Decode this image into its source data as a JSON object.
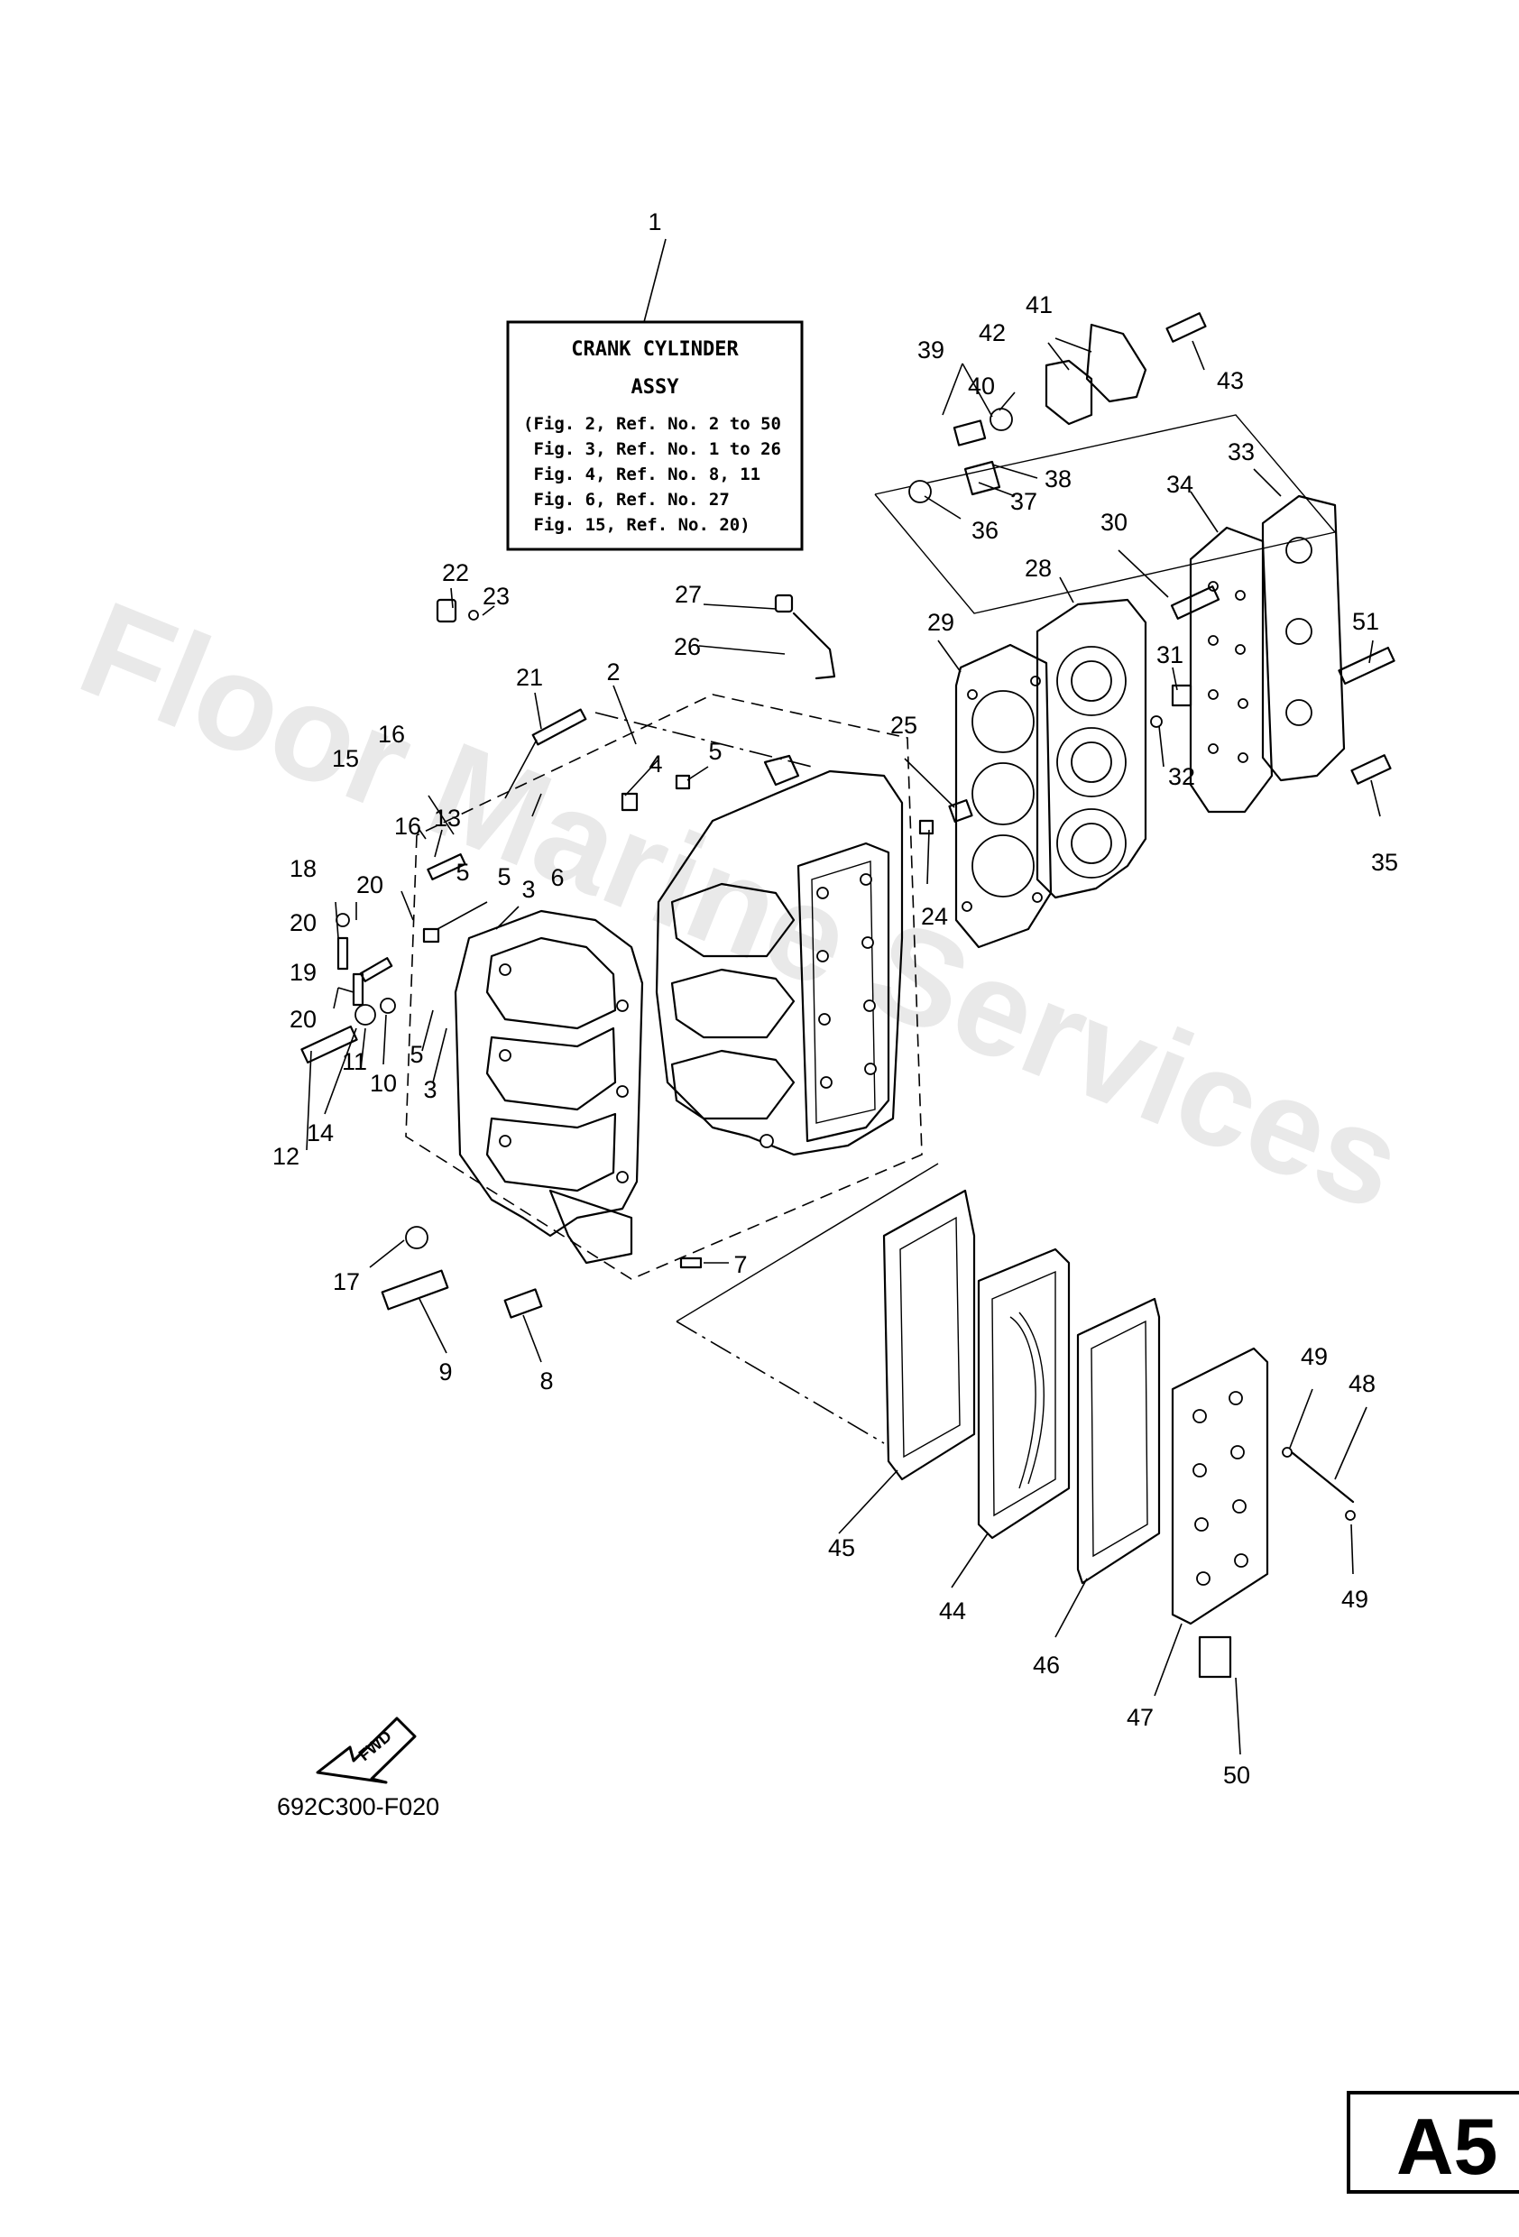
{
  "info_box": {
    "title_line1": "CRANK CYLINDER",
    "title_line2": "ASSY",
    "refs": [
      "(Fig. 2, Ref. No. 2 to 50",
      " Fig. 3, Ref. No. 1 to 26",
      " Fig. 4, Ref. No. 8, 11",
      " Fig. 6, Ref. No. 27",
      " Fig. 15, Ref. No. 20)"
    ]
  },
  "ref_numbers": {
    "n1": "1",
    "n2": "2",
    "n3a": "3",
    "n3b": "3",
    "n4": "4",
    "n5a": "5",
    "n5b": "5",
    "n5c": "5",
    "n5d": "5",
    "n6": "6",
    "n7": "7",
    "n8": "8",
    "n9": "9",
    "n10": "10",
    "n11": "11",
    "n12": "12",
    "n13": "13",
    "n14": "14",
    "n15": "15",
    "n16a": "16",
    "n16b": "16",
    "n17": "17",
    "n18": "18",
    "n19": "19",
    "n20a": "20",
    "n20b": "20",
    "n20c": "20",
    "n21": "21",
    "n22": "22",
    "n23": "23",
    "n24": "24",
    "n25": "25",
    "n26": "26",
    "n27": "27",
    "n28": "28",
    "n29": "29",
    "n30": "30",
    "n31": "31",
    "n32": "32",
    "n33": "33",
    "n34": "34",
    "n35": "35",
    "n36": "36",
    "n37": "37",
    "n38": "38",
    "n39": "39",
    "n40": "40",
    "n41": "41",
    "n42": "42",
    "n43": "43",
    "n44": "44",
    "n45": "45",
    "n46": "46",
    "n47": "47",
    "n48": "48",
    "n49a": "49",
    "n49b": "49",
    "n50": "50",
    "n51": "51"
  },
  "fwd_arrow_label": "FWD",
  "drawing_code": "692C300-F020",
  "page_tag": "A5",
  "watermark": "Floor Marine Services"
}
